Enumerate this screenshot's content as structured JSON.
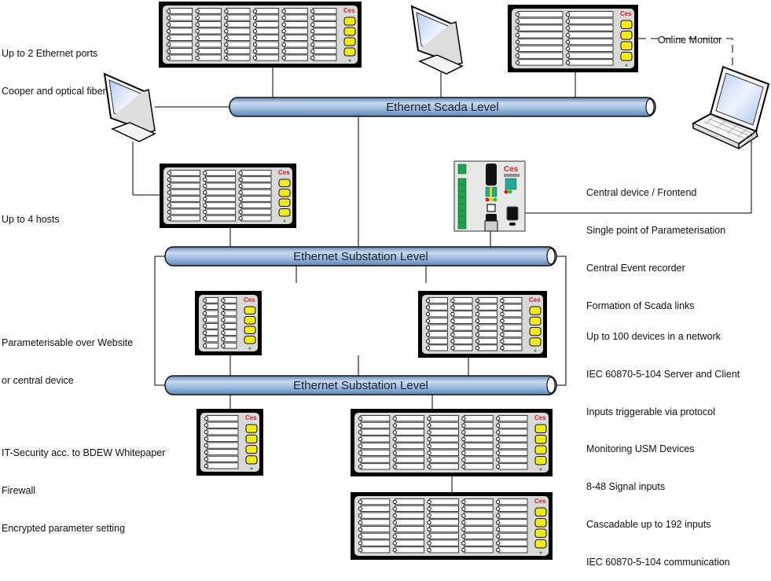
{
  "title": "Network topology diagram",
  "colors": {
    "pipe_fill_top": "#c9dbef",
    "pipe_fill_mid": "#8eb0d6",
    "pipe_fill_bottom": "#5d84b4",
    "device_frame": "#000000",
    "device_panel": "#d9d9d9",
    "led_yellow": "#f2ea1e",
    "led_green": "#3cb043",
    "logo_red": "#d61f26",
    "central_green": "#1fa34a"
  },
  "networks": {
    "scada": {
      "label": "Ethernet Scada Level"
    },
    "substation_1": {
      "label": "Ethernet Substation Level"
    },
    "substation_2": {
      "label": "Ethernet Substation Level"
    }
  },
  "annotations": {
    "ethernet_ports": [
      "Up to 2 Ethernet ports",
      "Cooper and optical fiber"
    ],
    "online_monitor": [
      "Online Monitor"
    ],
    "hosts": [
      "Up to 4 hosts"
    ],
    "central_device": [
      "Central device / Frontend",
      "Single point of Parameterisation",
      "Central Event recorder",
      "Formation of Scada links"
    ],
    "parameterisable": [
      "Parameterisable over Website",
      "or central device"
    ],
    "network_capacity": [
      "Up to 100 devices in a network",
      "IEC 60870-5-104 Server and Client",
      "Inputs triggerable via protocol"
    ],
    "security": [
      "IT-Security acc. to BDEW Whitepaper",
      "Firewall",
      "Encrypted parameter setting"
    ],
    "monitoring": [
      "Monitoring USM Devices",
      "8-48 Signal inputs",
      "Cascadable up to 192 inputs",
      "IEC 60870-5-104 communication"
    ]
  },
  "devices": [
    {
      "id": "top-6col",
      "columns": 6,
      "rows": 8,
      "logo": "Ces"
    },
    {
      "id": "online-monitor-2col",
      "columns": 2,
      "rows": 8,
      "logo": "Ces"
    },
    {
      "id": "hosts-3col",
      "columns": 3,
      "rows": 8,
      "logo": "Ces"
    },
    {
      "id": "mid-2col",
      "columns": 2,
      "rows": 8,
      "logo": "Ces"
    },
    {
      "id": "mid-4col",
      "columns": 4,
      "rows": 8,
      "logo": "Ces"
    },
    {
      "id": "bottom-1col",
      "columns": 1,
      "rows": 8,
      "logo": "Ces"
    },
    {
      "id": "bottom-5col-a",
      "columns": 5,
      "rows": 8,
      "logo": "Ces"
    },
    {
      "id": "bottom-5col-b",
      "columns": 5,
      "rows": 8,
      "logo": "Ces"
    }
  ],
  "central_device": {
    "logo": "Ces"
  }
}
